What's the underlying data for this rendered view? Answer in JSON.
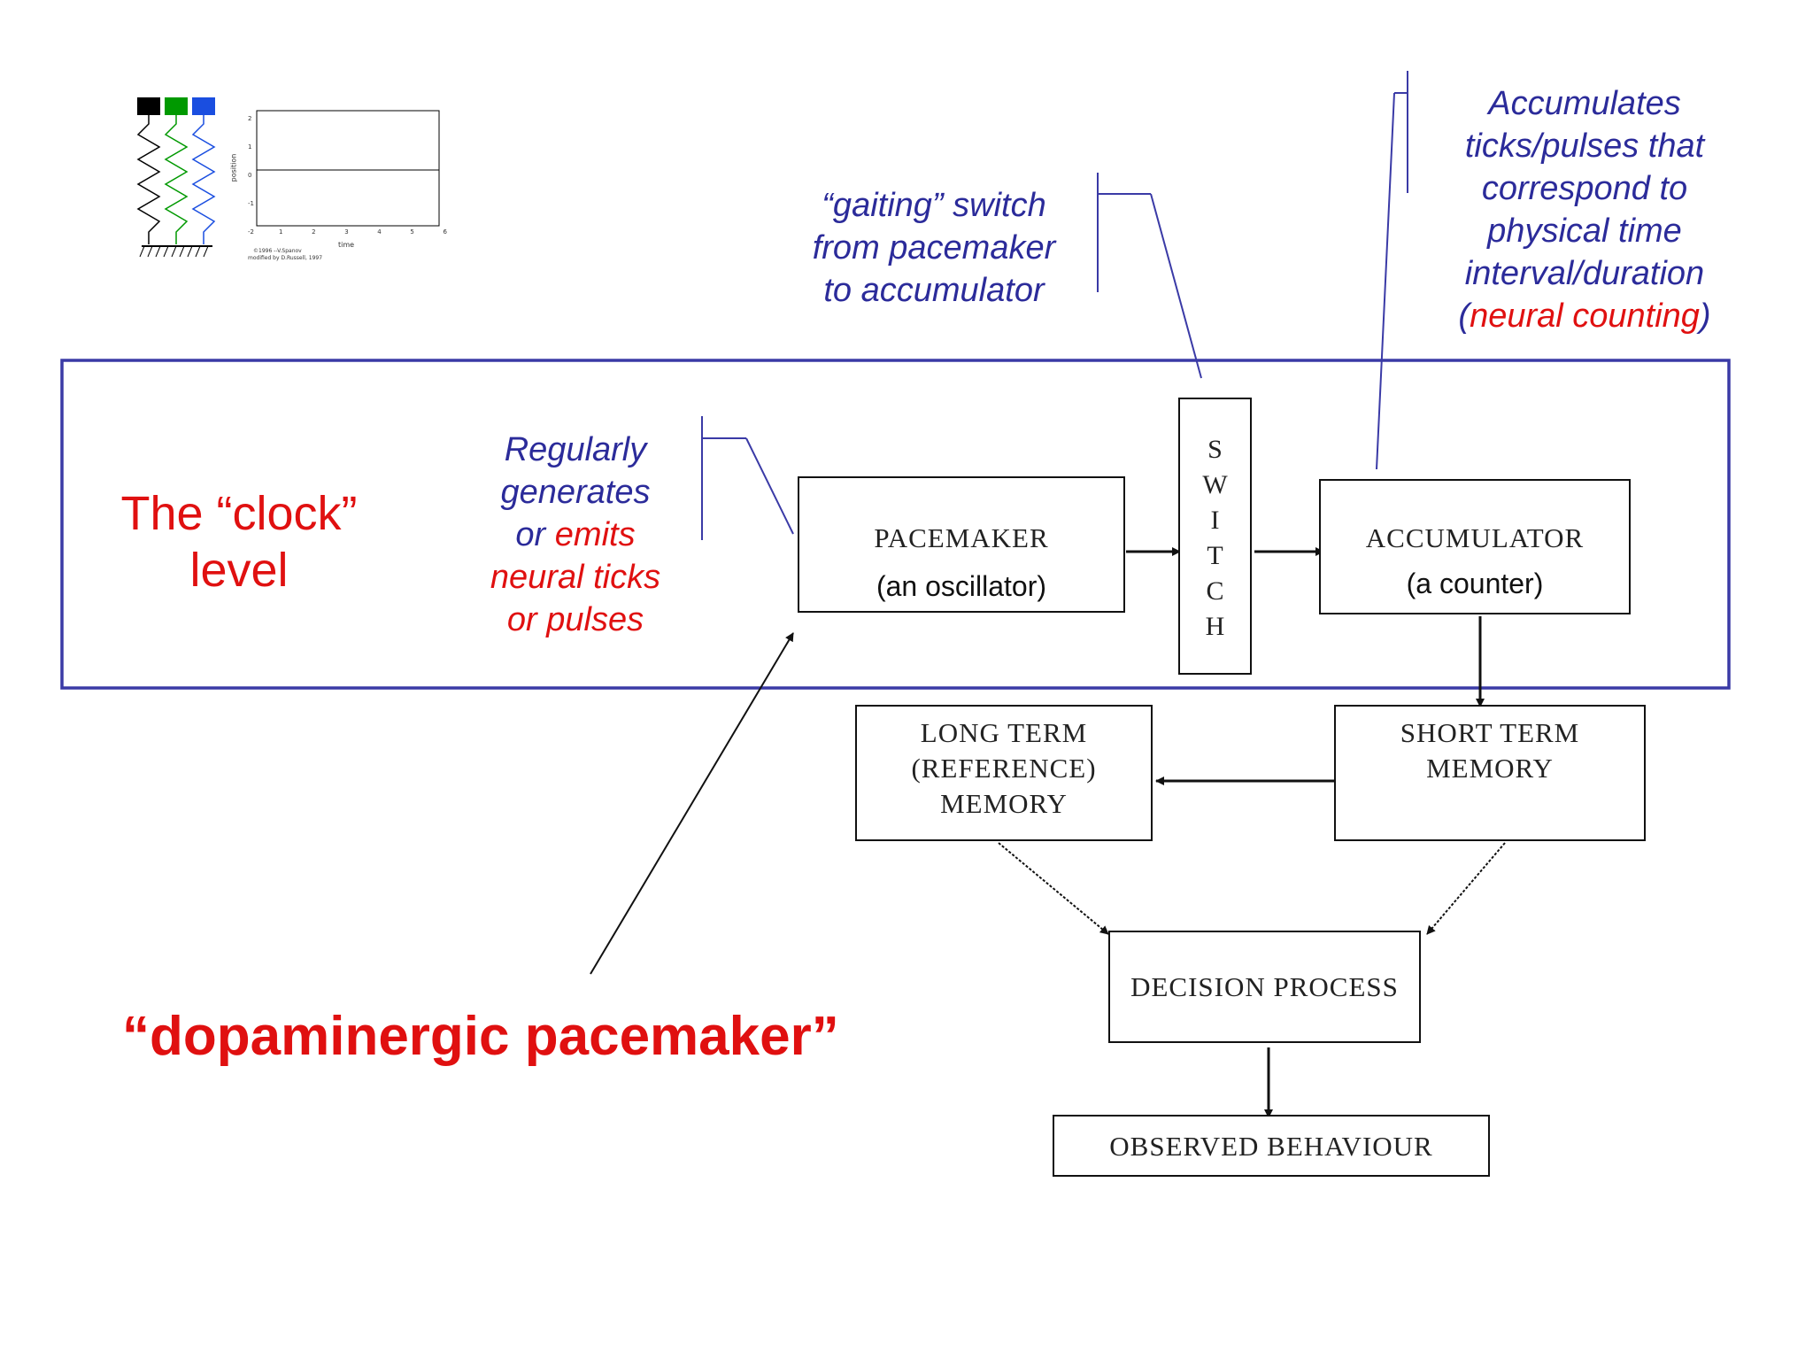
{
  "clock_level": {
    "label_line1": "The “clock”",
    "label_line2": "level"
  },
  "annotations": {
    "regularly": {
      "line1": "Regularly",
      "line2": "generates",
      "line3_blue": "or ",
      "line3_red": "emits",
      "line4": "neural ticks",
      "line5": "or pulses"
    },
    "gating": {
      "line1": "“gaiting” switch",
      "line2": "from pacemaker",
      "line3": "to accumulator"
    },
    "accumulates": {
      "line1": "Accumulates",
      "line2": "ticks/pulses that",
      "line3": "correspond to",
      "line4": "physical time",
      "line5": "interval/duration",
      "line6_open": "(",
      "line6_red": "neural counting",
      "line6_close": ")"
    },
    "dopaminergic": "“dopaminergic pacemaker”"
  },
  "boxes": {
    "pacemaker": {
      "label": "PACEMAKER",
      "sub": "(an oscillator)"
    },
    "switch": {
      "letters": [
        "S",
        "W",
        "I",
        "T",
        "C",
        "H"
      ]
    },
    "accumulator": {
      "label": "ACCUMULATOR",
      "sub": "(a counter)"
    },
    "long_term": {
      "line1": "LONG TERM",
      "line2": "(REFERENCE)",
      "line3": "MEMORY"
    },
    "short_term": {
      "line1": "SHORT TERM",
      "line2": "MEMORY"
    },
    "decision": {
      "label": "DECISION PROCESS"
    },
    "observed": {
      "label": "OBSERVED BEHAVIOUR"
    }
  },
  "spring_plot": {
    "y_ticks": [
      "2",
      "1",
      "0",
      "-1",
      "-2"
    ],
    "x_ticks": [
      "1",
      "2",
      "3",
      "4",
      "5",
      "6"
    ],
    "ylabel": "position",
    "xlabel": "time",
    "credit1": "©1996 --V.Spanov",
    "credit2": "modified by D.Russell, 1997"
  },
  "colors": {
    "frame": "#3a3aa6",
    "blue_text": "#2b2b9a",
    "red_text": "#e01010",
    "spring_black": "#000000",
    "spring_green": "#009900",
    "spring_blue": "#1a4ee0"
  }
}
